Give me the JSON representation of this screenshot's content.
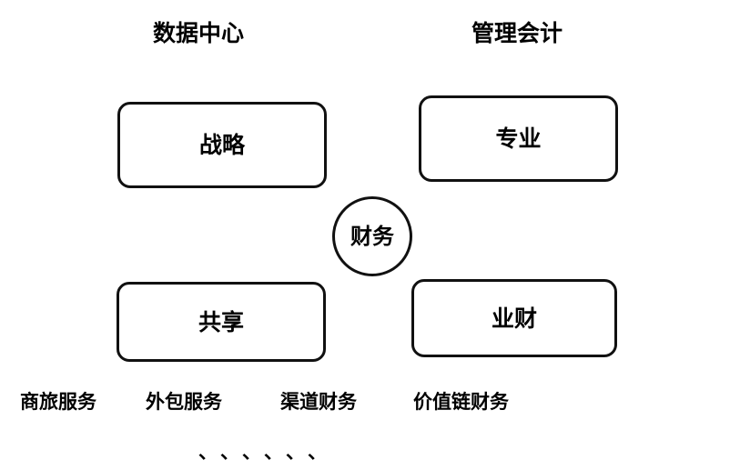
{
  "diagram": {
    "title_columns": [
      {
        "id": "data-center",
        "label": "数据中心"
      },
      {
        "id": "mgmt-accounting",
        "label": "管理会计"
      }
    ],
    "boxes": [
      {
        "id": "strategy",
        "label": "战略",
        "column": "数据中心",
        "row": "top"
      },
      {
        "id": "professional",
        "label": "专业",
        "column": "管理会计",
        "row": "top"
      },
      {
        "id": "shared",
        "label": "共享",
        "column": "数据中心",
        "row": "bottom"
      },
      {
        "id": "business-finance",
        "label": "业财",
        "column": "管理会计",
        "row": "bottom"
      }
    ],
    "center_node": {
      "id": "finance",
      "label": "财务",
      "shape": "circle"
    },
    "footer_labels": [
      {
        "id": "business-travel-service",
        "label": "商旅服务"
      },
      {
        "id": "outsourcing-service",
        "label": "外包服务"
      },
      {
        "id": "channel-finance",
        "label": "渠道财务"
      },
      {
        "id": "value-chain-finance",
        "label": "价值链财务"
      }
    ],
    "tick_marks": {
      "count": 6,
      "glyph": "、",
      "items": [
        "、",
        "、",
        "、",
        "、",
        "、",
        "、"
      ]
    },
    "colors": {
      "background": "#ffffff",
      "stroke": "#111111",
      "text": "#000000"
    }
  }
}
